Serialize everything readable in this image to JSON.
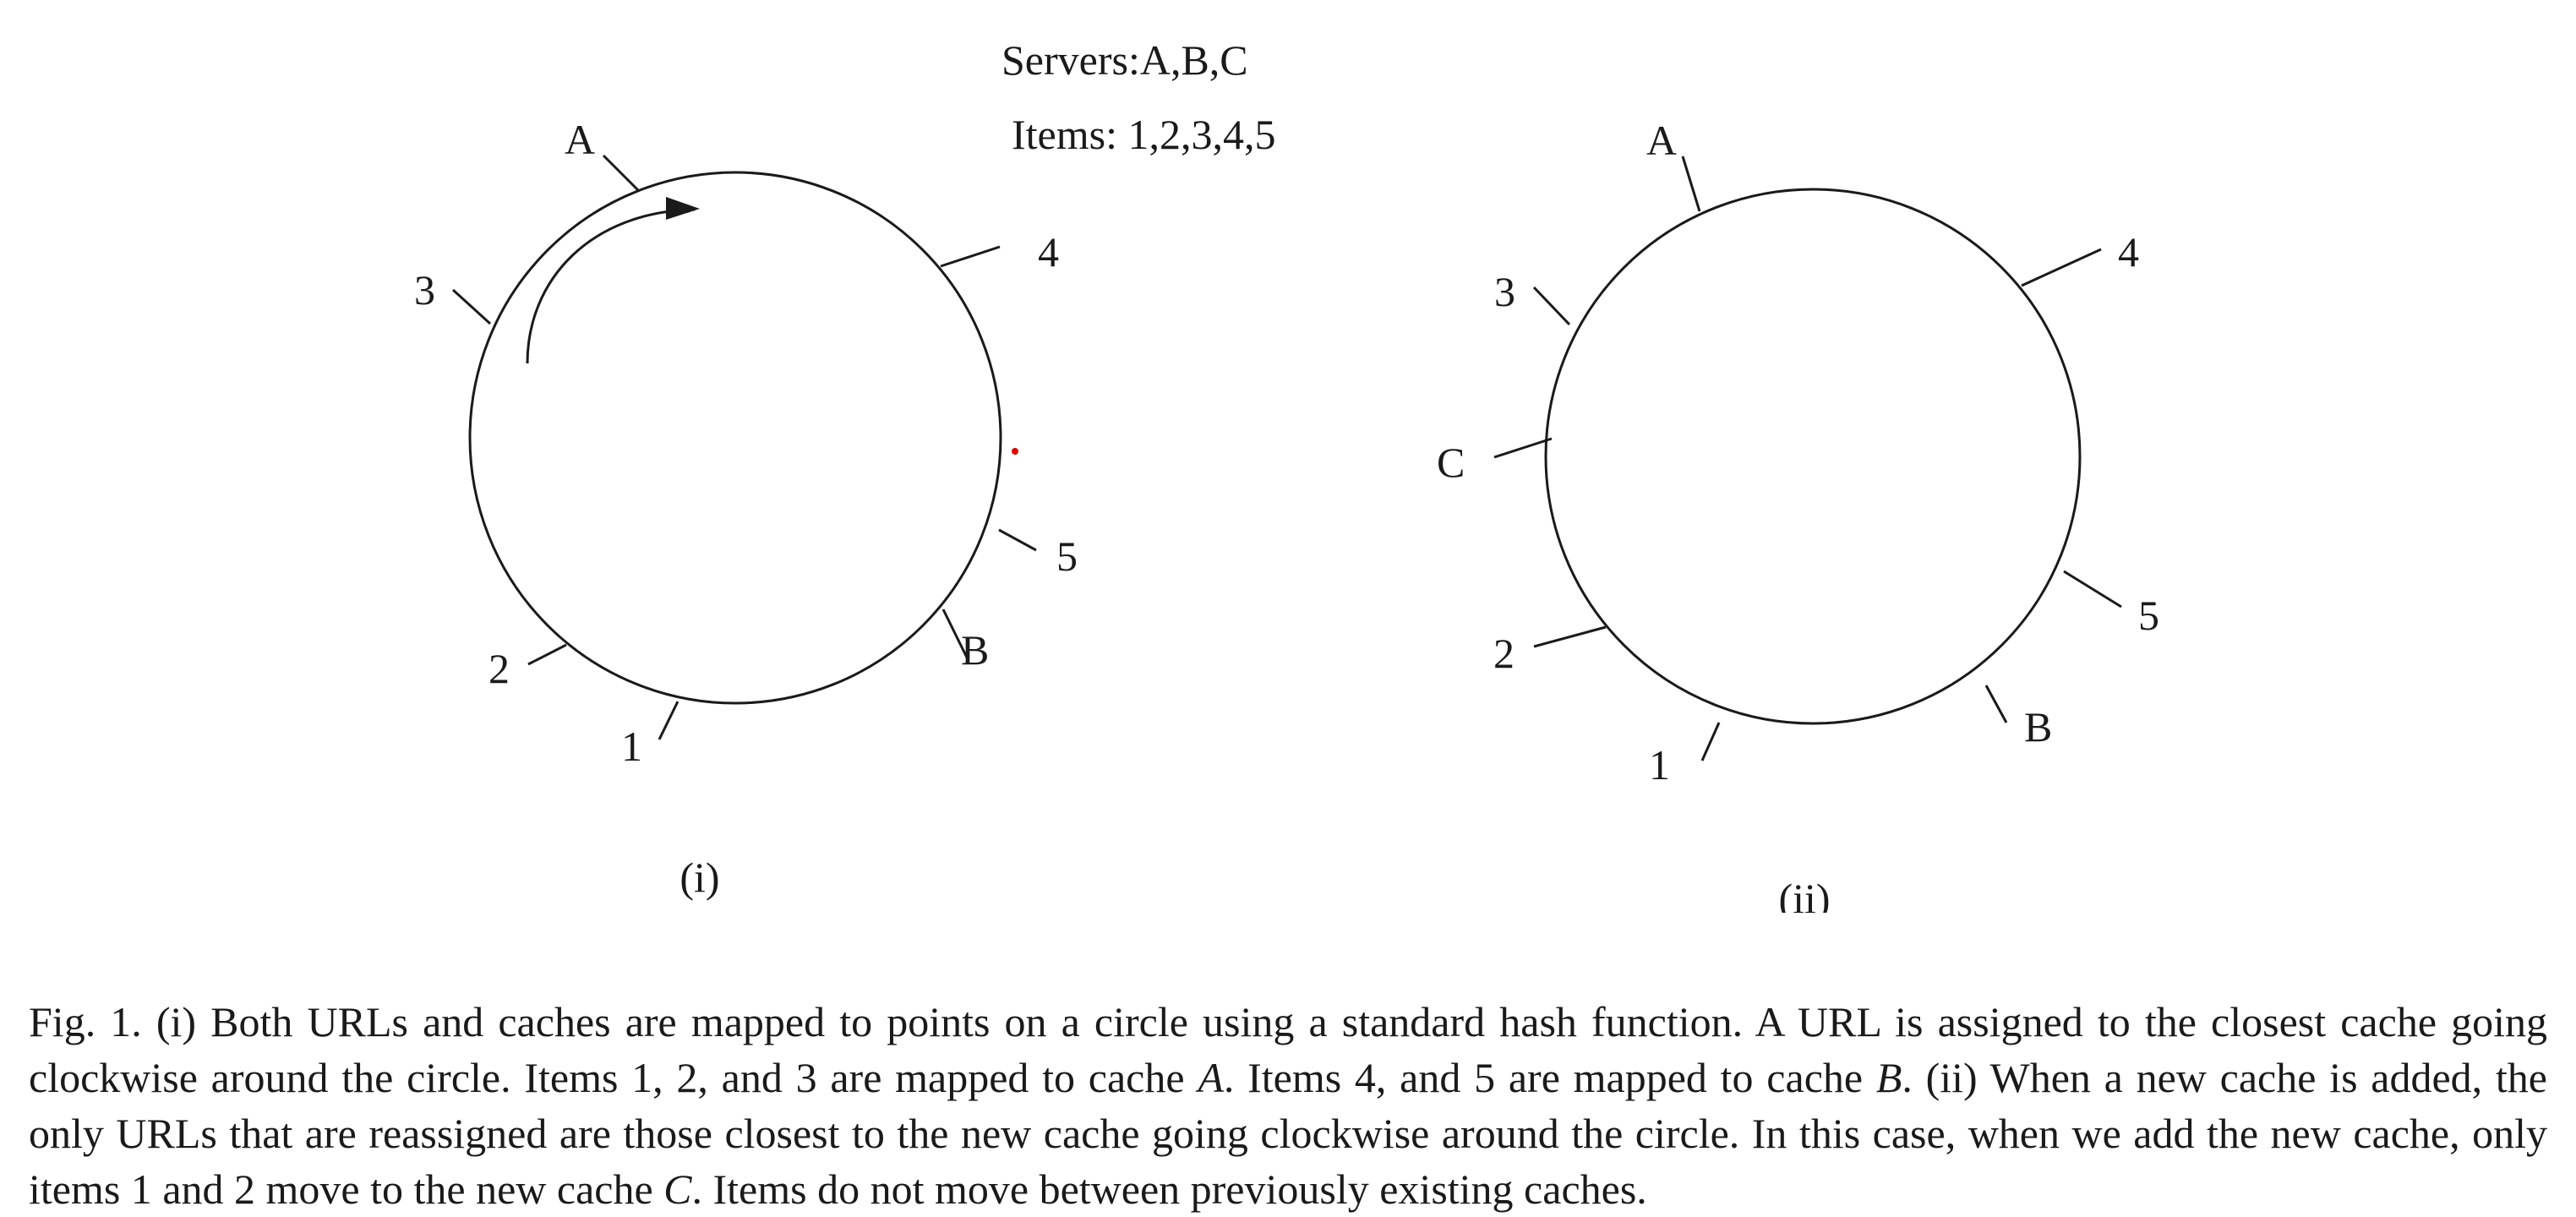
{
  "header": {
    "servers_line": "Servers:A,B,C",
    "items_line": "Items: 1,2,3,4,5"
  },
  "panel_i": {
    "label": "(i)",
    "points": {
      "A": "A",
      "B": "B",
      "one": "1",
      "two": "2",
      "three": "3",
      "four": "4",
      "five": "5"
    }
  },
  "panel_ii": {
    "label": "(ii)",
    "points": {
      "A": "A",
      "B": "B",
      "C": "C",
      "one": "1",
      "two": "2",
      "three": "3",
      "four": "4",
      "five": "5"
    }
  },
  "caption": {
    "part1": "Fig. 1. (i) Both URLs and caches are mapped to points on a circle using a standard hash function. A URL is assigned to the closest cache going clockwise around the circle. Items 1, 2, and 3 are mapped to cache ",
    "cache_a": "A",
    "part2": ". Items 4, and 5 are mapped to cache ",
    "cache_b": "B",
    "part3": ". (ii) When a new cache is added, the only URLs that are reassigned are those closest to the new cache going clockwise around the circle. In this case, when we add the new cache, only items 1 and 2 move to the new cache ",
    "cache_c": "C",
    "part4": ". Items do not move between previously existing caches."
  },
  "colors": {
    "line": "#1a1a1a",
    "marker_dot": "#e00000"
  }
}
